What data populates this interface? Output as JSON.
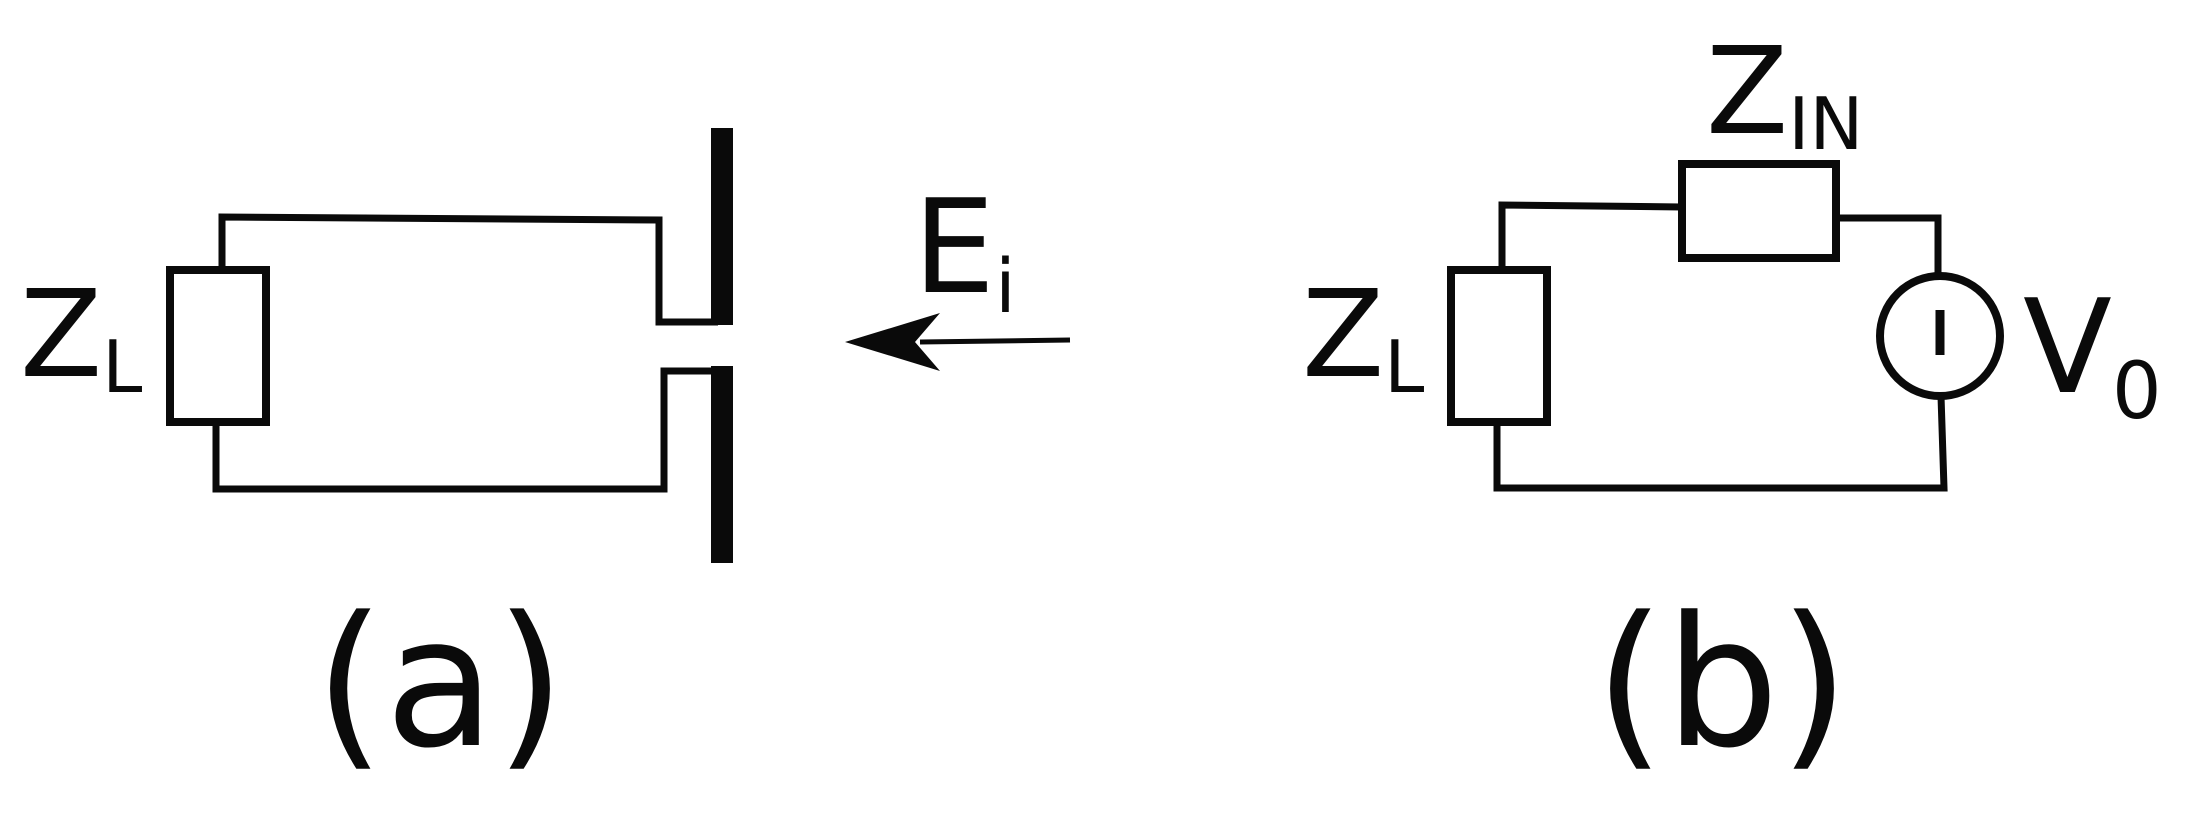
{
  "colors": {
    "ink": "#0a0a0a",
    "background": "#ffffff"
  },
  "panel_a": {
    "load_label": "Z",
    "load_subscript": "L",
    "field_label": "E",
    "field_subscript": "i",
    "caption": "(a)"
  },
  "panel_b": {
    "load_label": "Z",
    "load_subscript": "L",
    "impedance_label": "Z",
    "impedance_subscript": "IN",
    "source_label": "V",
    "source_subscript": "0",
    "caption": "(b)"
  }
}
